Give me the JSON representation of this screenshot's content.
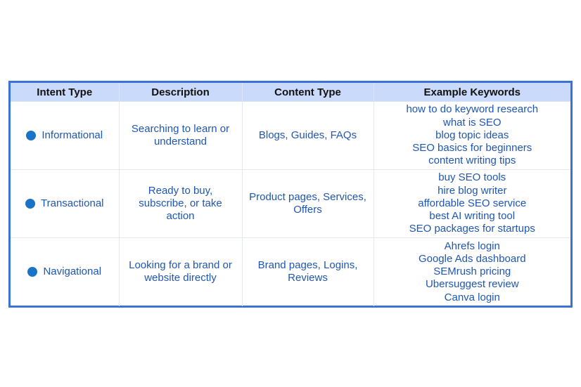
{
  "table": {
    "headers": [
      "Intent Type",
      "Description",
      "Content Type",
      "Example Keywords"
    ],
    "rows": [
      {
        "intent": "Informational",
        "description": "Searching to learn or understand",
        "content_type": "Blogs, Guides, FAQs",
        "keywords": [
          "how to do keyword research",
          "what is SEO",
          "blog topic ideas",
          "SEO basics for beginners",
          "content writing tips"
        ]
      },
      {
        "intent": "Transactional",
        "description": "Ready to buy, subscribe, or take action",
        "content_type": "Product pages, Services, Offers",
        "keywords": [
          "buy SEO tools",
          "hire blog writer",
          "affordable SEO service",
          "best AI writing tool",
          "SEO packages for startups"
        ]
      },
      {
        "intent": "Navigational",
        "description": "Looking for a brand or website directly",
        "content_type": "Brand pages, Logins, Reviews",
        "keywords": [
          "Ahrefs login",
          "Google Ads dashboard",
          "SEMrush pricing",
          "Ubersuggest review",
          "Canva login"
        ]
      }
    ]
  },
  "colors": {
    "header_bg": "#c9dafa",
    "border": "#3a72d6",
    "text": "#1f56b3",
    "bullet": "#1a73c7"
  }
}
